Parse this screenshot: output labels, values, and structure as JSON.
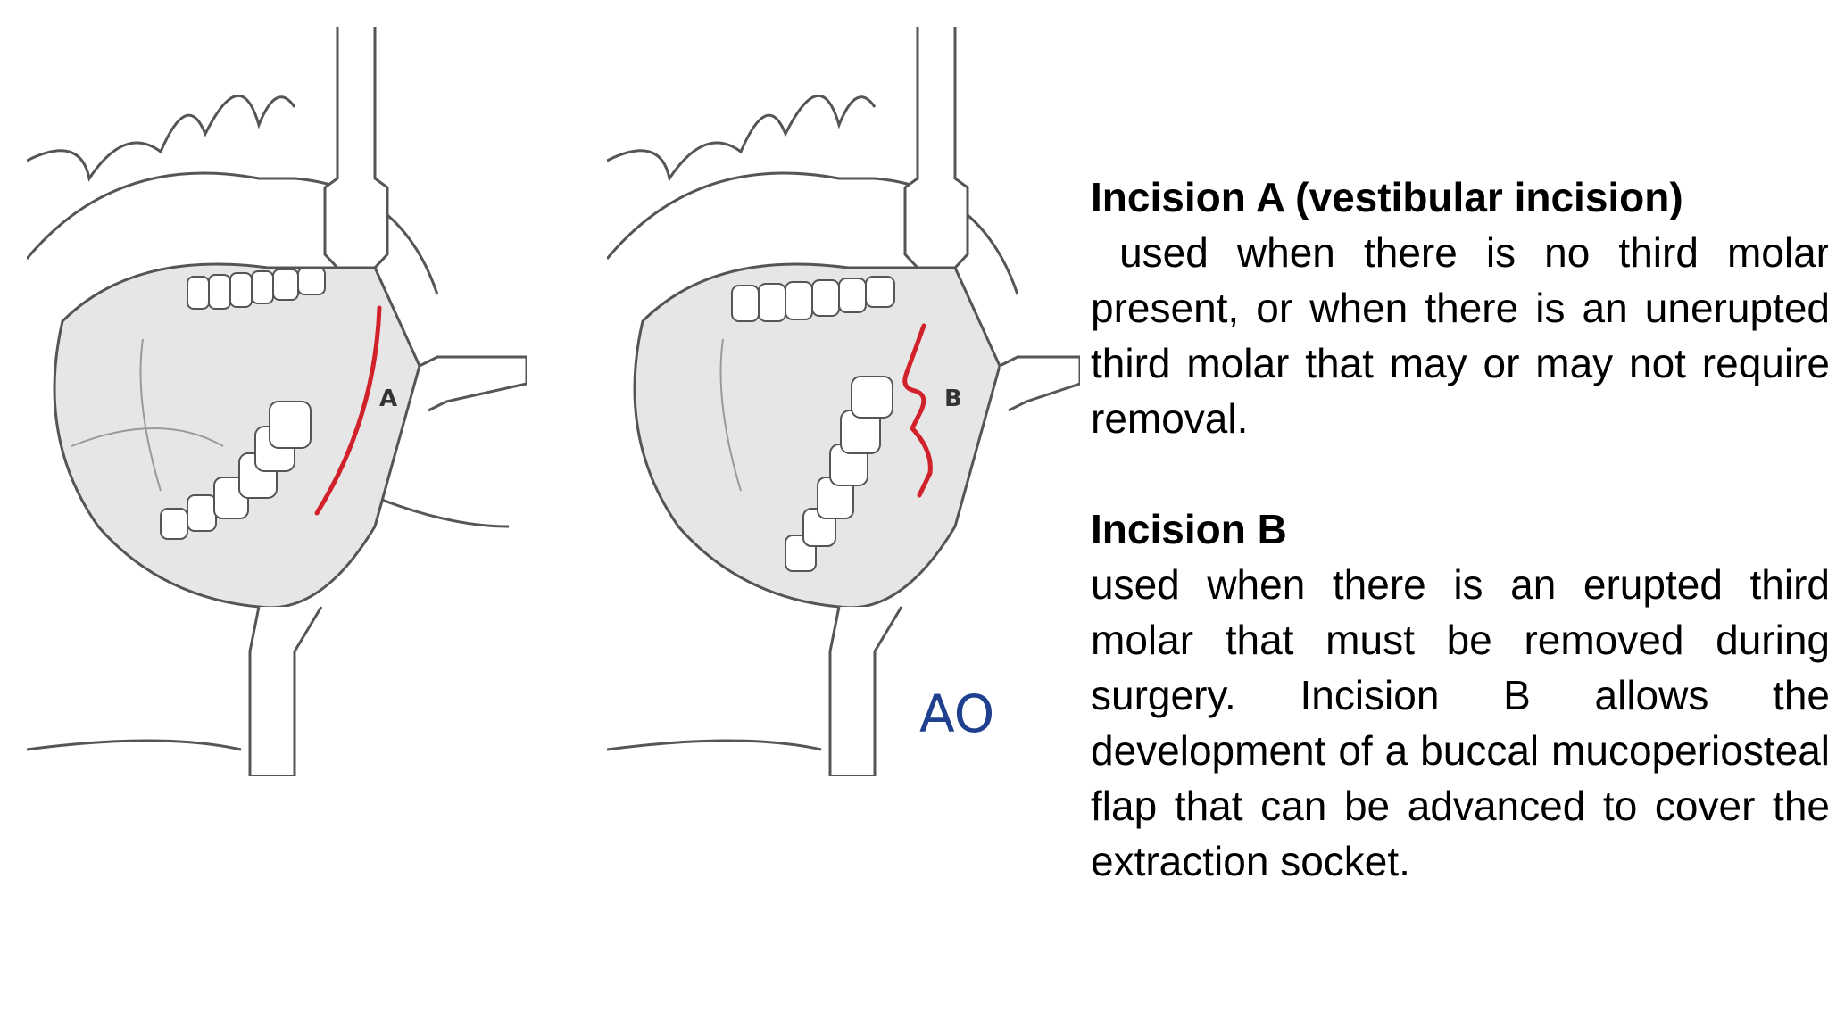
{
  "figure_a": {
    "label": "A",
    "colors": {
      "incision": "#d1222b",
      "outline": "#555555",
      "tissue": "#e6e6e6",
      "teeth": "#ffffff"
    }
  },
  "figure_b": {
    "label": "B",
    "logo_text": "AO",
    "colors": {
      "incision": "#d1222b",
      "outline": "#555555",
      "tissue": "#e6e6e6",
      "logo": "#1f3f8f"
    }
  },
  "text": {
    "incision_a_heading": "Incision A (vestibular incision)",
    "incision_a_body": " used when there is no third molar present, or when there is an unerupted third molar that may or may not require removal.",
    "incision_b_heading": "Incision B",
    "incision_b_body": "used when there is an erupted third molar that must be removed during surgery. Incision B allows the development of a buccal mucoperiosteal flap that can be advanced to cover the extraction socket."
  }
}
